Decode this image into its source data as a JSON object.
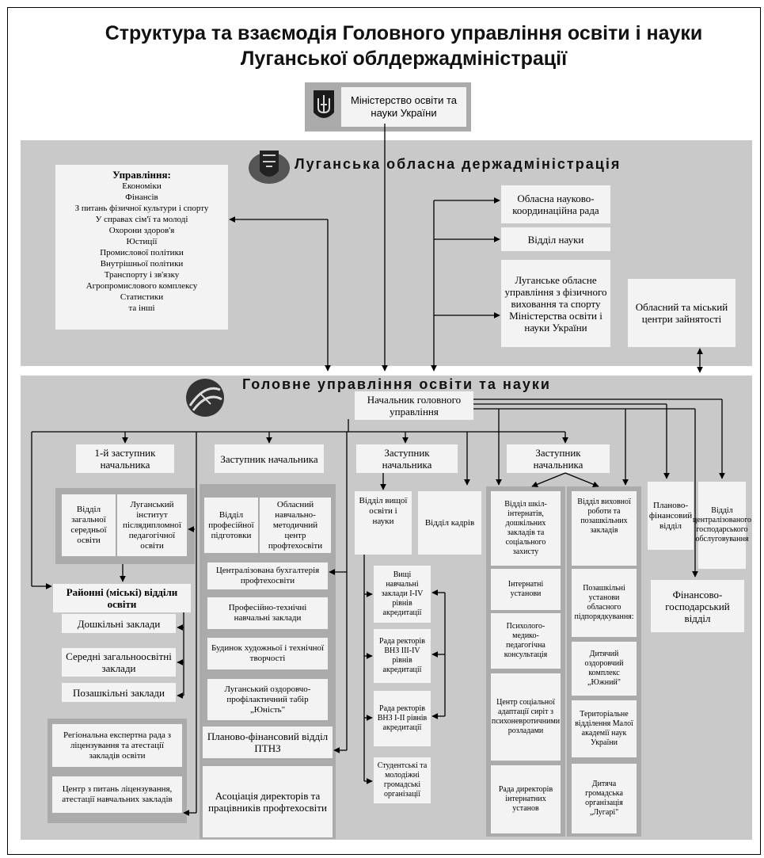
{
  "title": {
    "line1": "Структура та взаємодія Головного управління освіти і науки",
    "line2": "Луганської облдержадміністрації"
  },
  "ministry": {
    "label": "Міністерство освіти та науки України"
  },
  "oda": {
    "title": "Луганська обласна держадміністрація",
    "departments": {
      "heading": "Управління:",
      "items": [
        "Економіки",
        "Фінансів",
        "З питань фізичної культури і спорту",
        "У справах сім'ї та молоді",
        "Охорони здоров'я",
        "Юстиції",
        "Промислової політики",
        "Внутрішньої політики",
        "Транспорту і зв'язку",
        "Агропромислового комплексу",
        "Статистики",
        "та інші"
      ]
    },
    "science_council": "Обласна науково-координаційна рада",
    "science_dept": "Відділ науки",
    "sport_dept": "Луганське обласне управління з фізичного виховання та спорту Міністерства освіти і науки України",
    "employment": "Обласний та міський центри зайнятості"
  },
  "main": {
    "title": "Головне управління освіти та науки",
    "head": "Начальник головного управління",
    "deputy1": {
      "label": "1-й заступник начальника",
      "units": [
        "Відділ загальної середньої освіти",
        "Луганський інститут післядипломної педагогічної освіти"
      ]
    },
    "districts": {
      "label": "Районні (міські) відділи освіти",
      "items": [
        "Дошкільні заклади",
        "Середні загальноосвітні заклади",
        "Позашкільні заклади"
      ]
    },
    "regional_council": "Регіональна експертна рада з ліцензування та атестації закладів освіти",
    "licensing_center": "Центр з питань ліцензування, атестації навчальних закладів",
    "deputy2": {
      "label": "Заступник начальника",
      "units": [
        "Відділ професійної підготовки",
        "Обласний навчально-методичний центр профтехосвіти",
        "Централізована бухгалтерія профтехосвіти",
        "Професійно-технічні навчальні заклади",
        "Будинок художньої і технічної творчості",
        "Луганський оздоровчо-профілактичний табір „Юність\"",
        "Планово-фінансовий відділ ПТНЗ",
        "Асоціація директорів та працівників профтехосвіти"
      ]
    },
    "deputy3": {
      "label": "Заступник начальника",
      "higher_ed": "Відділ вищої освіти і науки",
      "hr": "Відділ кадрів",
      "units": [
        "Вищі навчальні заклади І-IV рівнів акредитації",
        "Рада ректорів ВНЗ III-IV рівнів акредитації",
        "Рада ректорів ВНЗ І-ІІ рівнів акредитації",
        "Студентські та молодіжні громадські організації"
      ]
    },
    "deputy4": {
      "label": "Заступник начальника",
      "left": [
        "Відділ шкіл-інтернатів, дошкільних закладів та соціального захисту",
        "Інтернатні установи",
        "Психолого-медико-педагогічна консультація",
        "Центр соціальної адаптації сиріт з психоневротичними розладами",
        "Рада директорів інтернатних установ"
      ],
      "right": [
        "Відділ виховної роботи та позашкільних закладів",
        "Позашкільні установи обласного підпорядкування:",
        "Дитячий оздоровчий комплекс „Южний\"",
        "Територіальне відділення Малої академії наук України",
        "Дитяча громадська організація „Лугарі\""
      ]
    },
    "planning_dept": "Планово-фінансовий відділ",
    "central_service": "Відділ централізованого господарського обслуговування",
    "finance_dept": "Фінансово-господарський відділ"
  }
}
